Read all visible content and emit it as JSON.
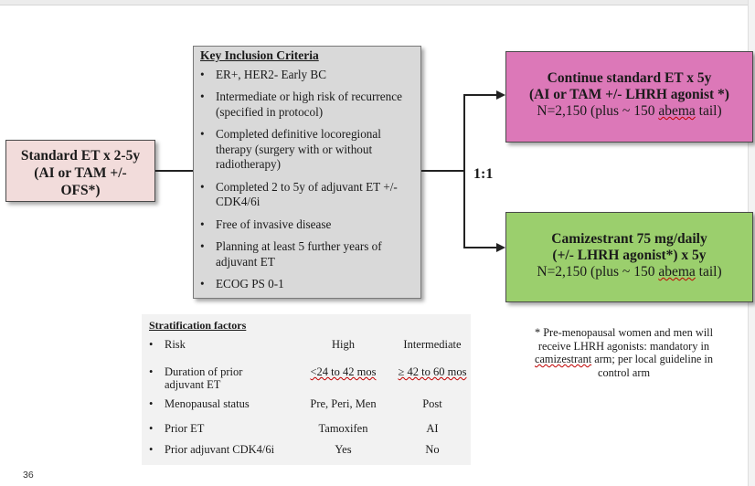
{
  "start_box": {
    "line1": "Standard ET x 2-5y",
    "line2": "(AI or TAM +/-",
    "line3": "OFS*)"
  },
  "criteria": {
    "title": "Key Inclusion Criteria",
    "items": [
      "ER+, HER2- Early BC",
      "Intermediate or high risk of recurrence (specified in protocol)",
      "Completed definitive locoregional therapy (surgery with or without radiotherapy)",
      "Completed 2 to 5y of adjuvant ET +/- CDK4/6i",
      "Free of invasive disease",
      "Planning at least 5 further years of adjuvant ET",
      "ECOG PS 0-1"
    ]
  },
  "randomization": {
    "ratio": "1:1"
  },
  "arm_control": {
    "line1": "Continue standard ET x 5y",
    "line2": "(AI or TAM +/- LHRH agonist *)",
    "n_prefix": "N=2,150 (plus ~ 150 ",
    "n_wavy": "abema",
    "n_suffix": " tail)",
    "color": "#dc78b8"
  },
  "arm_experimental": {
    "line1": "Camizestrant 75 mg/daily",
    "line2": "(+/- LHRH agonist*) x 5y",
    "n_prefix": "N=2,150 (plus ~ 150 ",
    "n_wavy": "abema",
    "n_suffix": " tail)",
    "color": "#9bcf6d"
  },
  "stratification": {
    "title": "Stratification factors",
    "rows": [
      {
        "factor": "Risk",
        "c1": "High",
        "c2": "Intermediate"
      },
      {
        "factor": "Duration of prior adjuvant ET",
        "c1": "<24 to 42 mos",
        "c2": "≥ 42 to 60 mos"
      },
      {
        "factor": "Menopausal status",
        "c1": "Pre, Peri, Men",
        "c2": "Post"
      },
      {
        "factor": "Prior ET",
        "c1": "Tamoxifen",
        "c2": "AI"
      },
      {
        "factor": "Prior adjuvant CDK4/6i",
        "c1": "Yes",
        "c2": "No"
      }
    ]
  },
  "footnote": {
    "part1": "* Pre-menopausal women and men will receive LHRH agonists: mandatory in ",
    "wavy": "camizestrant",
    "part2": " arm; per local guideline in control arm"
  },
  "page_number": "36"
}
